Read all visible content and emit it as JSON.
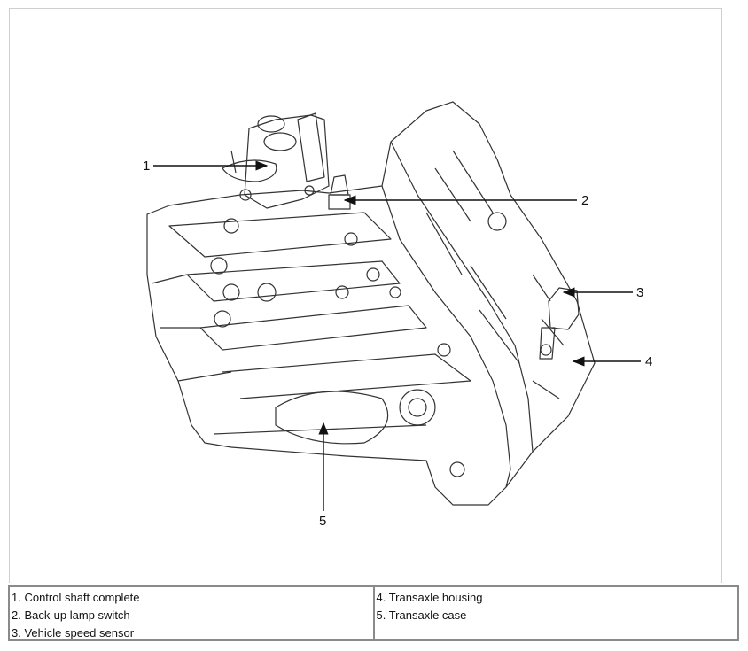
{
  "figure": {
    "callouts": [
      "1",
      "2",
      "3",
      "4",
      "5"
    ]
  },
  "legend": {
    "left_items": [
      "1. Control shaft complete",
      "2. Back-up lamp switch",
      "3. Vehicle speed sensor"
    ],
    "right_items": [
      "4. Transaxle housing",
      "5. Transaxle case"
    ]
  }
}
